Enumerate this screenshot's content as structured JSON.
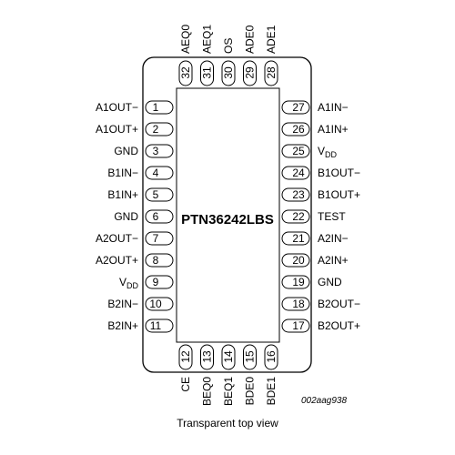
{
  "chip": {
    "part_name": "PTN36242LBS",
    "caption": "Transparent top view",
    "doc_id": "002aag938"
  },
  "pins": {
    "left": [
      {
        "num": "1",
        "name": "A1OUT−"
      },
      {
        "num": "2",
        "name": "A1OUT+"
      },
      {
        "num": "3",
        "name": "GND"
      },
      {
        "num": "4",
        "name": "B1IN−"
      },
      {
        "num": "5",
        "name": "B1IN+"
      },
      {
        "num": "6",
        "name": "GND"
      },
      {
        "num": "7",
        "name": "A2OUT−"
      },
      {
        "num": "8",
        "name": "A2OUT+"
      },
      {
        "num": "9",
        "name": "VDD",
        "main": "V",
        "sub": "DD"
      },
      {
        "num": "10",
        "name": "B2IN−"
      },
      {
        "num": "11",
        "name": "B2IN+"
      }
    ],
    "bottom": [
      {
        "num": "12",
        "name": "CE"
      },
      {
        "num": "13",
        "name": "BEQ0"
      },
      {
        "num": "14",
        "name": "BEQ1"
      },
      {
        "num": "15",
        "name": "BDE0"
      },
      {
        "num": "16",
        "name": "BDE1"
      }
    ],
    "right": [
      {
        "num": "17",
        "name": "B2OUT+"
      },
      {
        "num": "18",
        "name": "B2OUT−"
      },
      {
        "num": "19",
        "name": "GND"
      },
      {
        "num": "20",
        "name": "A2IN+"
      },
      {
        "num": "21",
        "name": "A2IN−"
      },
      {
        "num": "22",
        "name": "TEST"
      },
      {
        "num": "23",
        "name": "B1OUT+"
      },
      {
        "num": "24",
        "name": "B1OUT−"
      },
      {
        "num": "25",
        "name": "VDD",
        "main": "V",
        "sub": "DD"
      },
      {
        "num": "26",
        "name": "A1IN+"
      },
      {
        "num": "27",
        "name": "A1IN−"
      }
    ],
    "top": [
      {
        "num": "28",
        "name": "ADE1"
      },
      {
        "num": "29",
        "name": "ADE0"
      },
      {
        "num": "30",
        "name": "OS"
      },
      {
        "num": "31",
        "name": "AEQ1"
      },
      {
        "num": "32",
        "name": "AEQ0"
      }
    ]
  }
}
